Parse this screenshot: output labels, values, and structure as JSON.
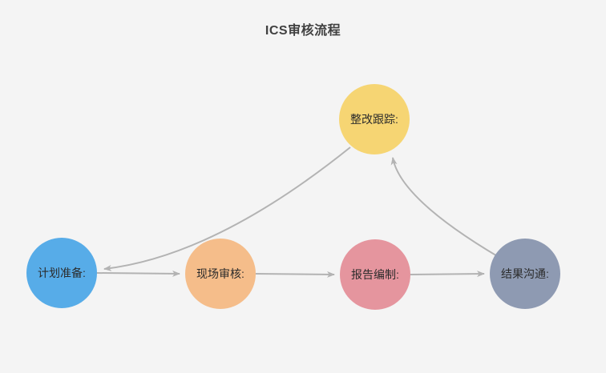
{
  "title": "ICS审核流程",
  "colors": {
    "background": "#f4f4f4",
    "title_text": "#404040",
    "node_text": "#2b2b2b",
    "arrow": "#b3b3b3"
  },
  "nodes": [
    {
      "id": "plan",
      "label": "计划准备:",
      "color": "#57ace8"
    },
    {
      "id": "onsite",
      "label": "现场审核:",
      "color": "#f5bd8a"
    },
    {
      "id": "report",
      "label": "报告编制:",
      "color": "#e5959e"
    },
    {
      "id": "communicate",
      "label": "结果沟通:",
      "color": "#8e9ab2"
    },
    {
      "id": "followup",
      "label": "整改跟踪:",
      "color": "#f6d573"
    }
  ],
  "edges": [
    {
      "from": "plan",
      "to": "onsite"
    },
    {
      "from": "onsite",
      "to": "report"
    },
    {
      "from": "report",
      "to": "communicate"
    },
    {
      "from": "communicate",
      "to": "followup"
    },
    {
      "from": "followup",
      "to": "plan"
    }
  ]
}
